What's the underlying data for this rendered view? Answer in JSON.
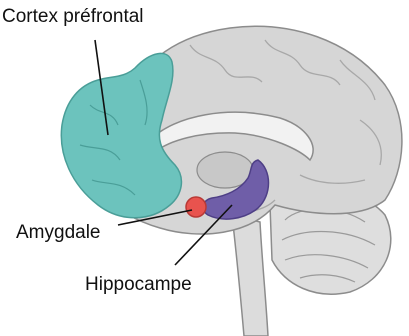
{
  "labels": {
    "cortex": "Cortex préfrontal",
    "amygdala": "Amygdale",
    "hippocampus": "Hippocampe"
  },
  "colors": {
    "prefrontal_cortex": "#6cc3bd",
    "amygdala": "#e8534e",
    "hippocampus": "#6f5ea8",
    "brain": "#d6d6d6",
    "outline": "#8c8c8c"
  }
}
